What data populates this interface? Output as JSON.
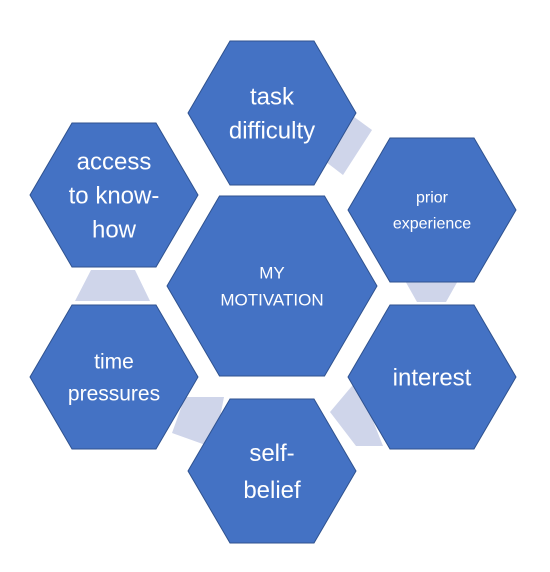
{
  "diagram": {
    "center": {
      "label": "MY MOTIVATION",
      "lines": [
        "MY",
        "MOTIVATION"
      ]
    },
    "nodes": [
      {
        "id": "task-difficulty",
        "lines": [
          "task",
          "difficulty"
        ]
      },
      {
        "id": "prior-experience",
        "lines": [
          "prior",
          "experience"
        ]
      },
      {
        "id": "interest",
        "lines": [
          "interest"
        ]
      },
      {
        "id": "self-belief",
        "lines": [
          "self-",
          "belief"
        ]
      },
      {
        "id": "time-pressures",
        "lines": [
          "time",
          "pressures"
        ]
      },
      {
        "id": "access-to-know-how",
        "lines": [
          "access",
          "to know-",
          "how"
        ]
      }
    ]
  },
  "colors": {
    "hex_fill": "#4472c4",
    "hex_stroke": "#2f528f",
    "connector_fill": "#cfd5ea",
    "label_text": "#ffffff",
    "background": "#ffffff"
  }
}
